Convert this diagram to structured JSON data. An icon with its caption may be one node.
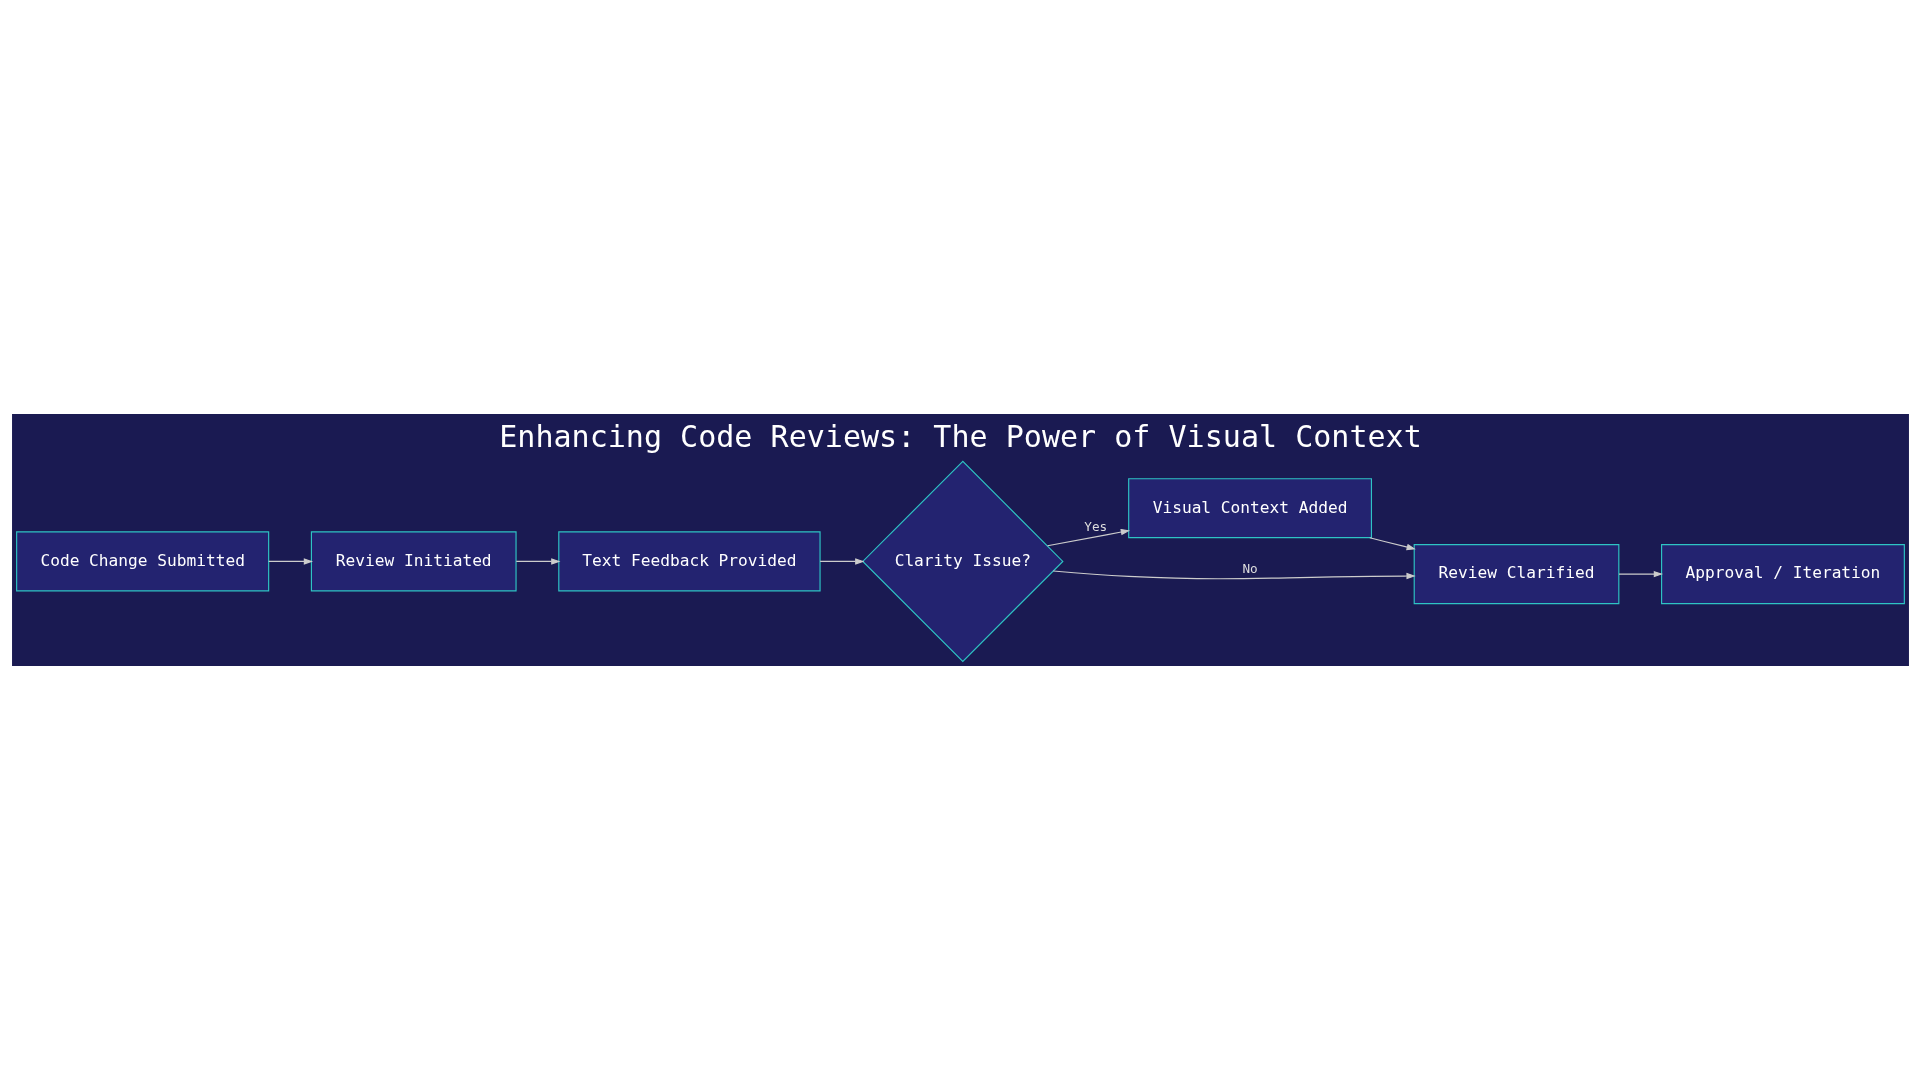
{
  "diagram": {
    "title": "Enhancing Code Reviews: The Power of Visual Context",
    "nodes": [
      {
        "text": [
          "Code Change Submitted"
        ]
      },
      {
        "text": [
          "Review Initiated"
        ]
      },
      {
        "text": [
          "Text Feedback Provided"
        ]
      },
      {
        "text": [
          "Clarity Issue?"
        ]
      },
      {
        "text": [
          "Visual Context Added"
        ]
      },
      {
        "text": [
          "Review Clarified"
        ]
      },
      {
        "text": [
          "Approval / Iteration"
        ]
      }
    ],
    "edges": [
      {
        "from": 0,
        "to": 1,
        "arrow": "to"
      },
      {
        "from": 1,
        "to": 2,
        "arrow": "to"
      },
      {
        "from": 2,
        "to": 3,
        "arrow": "to"
      },
      {
        "from": 3,
        "to": 4,
        "label": "Yes",
        "arrow": "to"
      },
      {
        "from": 3,
        "to": 5,
        "label": "No",
        "arrow": "to"
      },
      {
        "from": 4,
        "to": 5,
        "arrow": "to"
      },
      {
        "from": 5,
        "to": 6,
        "arrow": "to"
      }
    ]
  }
}
